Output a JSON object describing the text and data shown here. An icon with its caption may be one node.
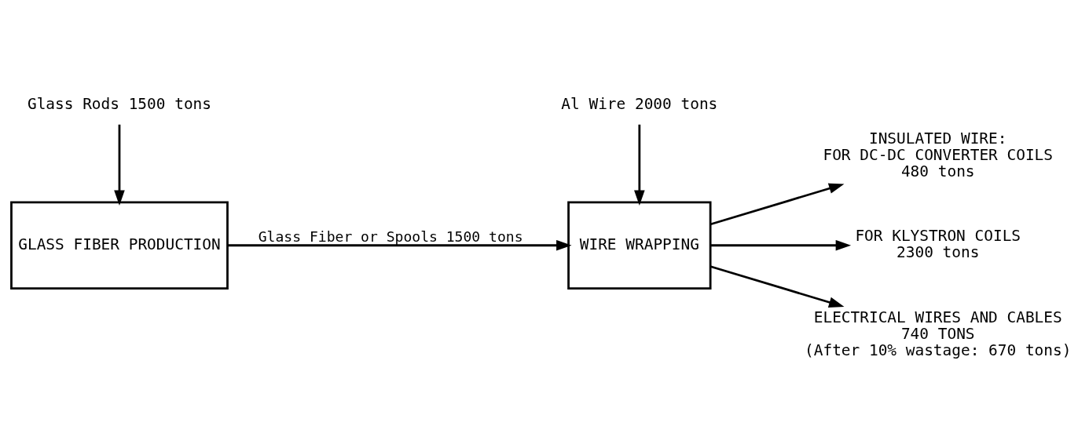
{
  "diagram": {
    "nodes": [
      {
        "text": [
          "Glass Rods 1500 tons"
        ]
      },
      {
        "text": [
          "GLASS FIBER PRODUCTION"
        ]
      },
      {
        "text": [
          "Al Wire 2000 tons"
        ]
      },
      {
        "text": [
          "WIRE WRAPPING"
        ]
      },
      {
        "text": [
          "INSULATED WIRE:",
          "FOR DC-DC CONVERTER COILS",
          "480 tons"
        ]
      },
      {
        "text": [
          "FOR KLYSTRON COILS",
          "2300 tons"
        ]
      },
      {
        "text": [
          "ELECTRICAL WIRES AND CABLES",
          "740 TONS",
          "(After 10% wastage: 670 tons)"
        ]
      }
    ],
    "edges": [
      {
        "from": 0,
        "to": 1,
        "arrow": "to"
      },
      {
        "from": 1,
        "to": 3,
        "arrow": "to",
        "label": "Glass Fiber or Spools 1500 tons"
      },
      {
        "from": 2,
        "to": 3,
        "arrow": "to"
      },
      {
        "from": 3,
        "to": 4,
        "arrow": "to"
      },
      {
        "from": 3,
        "to": 5,
        "arrow": "to"
      },
      {
        "from": 3,
        "to": 6,
        "arrow": "to"
      }
    ]
  }
}
